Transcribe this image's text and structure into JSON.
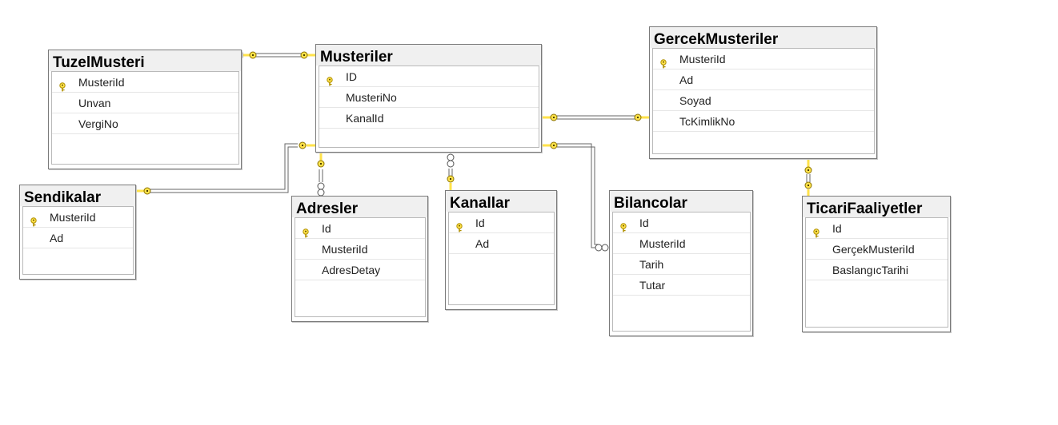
{
  "tables": {
    "tuzel": {
      "title": "TuzelMusteri",
      "columns": [
        {
          "name": "MusteriId",
          "pk": true
        },
        {
          "name": "Unvan",
          "pk": false
        },
        {
          "name": "VergiNo",
          "pk": false
        }
      ]
    },
    "musteriler": {
      "title": "Musteriler",
      "columns": [
        {
          "name": "ID",
          "pk": true
        },
        {
          "name": "MusteriNo",
          "pk": false
        },
        {
          "name": "KanalId",
          "pk": false
        }
      ]
    },
    "gercek": {
      "title": "GercekMusteriler",
      "columns": [
        {
          "name": "MusteriId",
          "pk": true
        },
        {
          "name": "Ad",
          "pk": false
        },
        {
          "name": "Soyad",
          "pk": false
        },
        {
          "name": "TcKimlikNo",
          "pk": false
        }
      ]
    },
    "sendikalar": {
      "title": "Sendikalar",
      "columns": [
        {
          "name": "MusteriId",
          "pk": true
        },
        {
          "name": "Ad",
          "pk": false
        }
      ]
    },
    "adresler": {
      "title": "Adresler",
      "columns": [
        {
          "name": "Id",
          "pk": true
        },
        {
          "name": "MusteriId",
          "pk": false
        },
        {
          "name": "AdresDetay",
          "pk": false
        }
      ]
    },
    "kanallar": {
      "title": "Kanallar",
      "columns": [
        {
          "name": "Id",
          "pk": true
        },
        {
          "name": "Ad",
          "pk": false
        }
      ]
    },
    "bilancolar": {
      "title": "Bilancolar",
      "columns": [
        {
          "name": "Id",
          "pk": true
        },
        {
          "name": "MusteriId",
          "pk": false
        },
        {
          "name": "Tarih",
          "pk": false
        },
        {
          "name": "Tutar",
          "pk": false
        }
      ]
    },
    "ticari": {
      "title": "TicariFaaliyetler",
      "columns": [
        {
          "name": "Id",
          "pk": true
        },
        {
          "name": "GerçekMusteriId",
          "pk": false
        },
        {
          "name": "BaslangıcTarihi",
          "pk": false
        }
      ]
    }
  },
  "relationships": [
    {
      "from": "tuzel",
      "to": "musteriler",
      "from_end": "one",
      "to_end": "one"
    },
    {
      "from": "musteriler",
      "to": "gercek",
      "from_end": "one",
      "to_end": "one"
    },
    {
      "from": "musteriler",
      "to": "sendikalar",
      "from_end": "one",
      "to_end": "one"
    },
    {
      "from": "musteriler",
      "to": "adresler",
      "from_end": "one",
      "to_end": "many"
    },
    {
      "from": "kanallar",
      "to": "musteriler",
      "from_end": "one",
      "to_end": "many"
    },
    {
      "from": "musteriler",
      "to": "bilancolar",
      "from_end": "one",
      "to_end": "many"
    },
    {
      "from": "gercek",
      "to": "ticari",
      "from_end": "one",
      "to_end": "one"
    }
  ],
  "colors": {
    "key_fill": "#ffe24a",
    "key_stroke": "#b09000",
    "connector": "#666666"
  },
  "icons": {
    "primary_key": "key-icon",
    "relation_one_end": "key-icon",
    "relation_many_end": "infinity-icon"
  }
}
